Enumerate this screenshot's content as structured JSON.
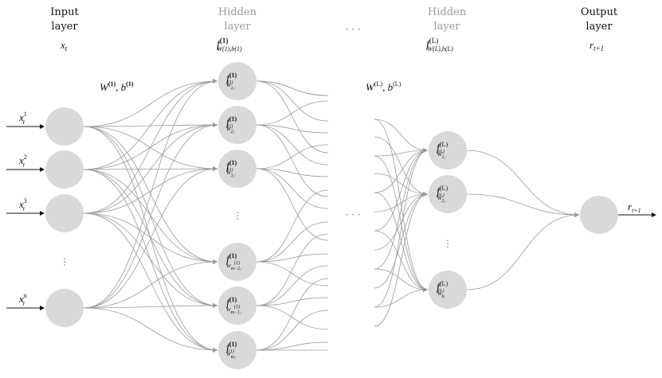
{
  "columns": {
    "input": {
      "title_line1": "Input",
      "title_line2": "layer",
      "var": "x",
      "var_sub": "t"
    },
    "hidden1": {
      "title_line1": "Hidden",
      "title_line2": "layer",
      "func": "f",
      "func_sup": "(1)",
      "func_sub": "W(1),b(1)"
    },
    "ellipsis": {
      "text": "· · ·"
    },
    "hiddenL": {
      "title_line1": "Hidden",
      "title_line2": "layer",
      "func": "f",
      "func_sup": "(L)",
      "func_sub": "W(L),b(L)"
    },
    "output": {
      "title_line1": "Output",
      "title_line2": "layer",
      "var": "r",
      "var_sub": "t+1"
    }
  },
  "weights": {
    "first": {
      "text": "W",
      "sup": "(1)",
      "tail": ", b",
      "tail_sup": "(1)"
    },
    "last": {
      "text": "W",
      "sup": "(L)",
      "tail": ", b",
      "tail_sup": "(L)"
    }
  },
  "inputs": [
    {
      "base": "x",
      "sup": "1",
      "sub": "t"
    },
    {
      "base": "x",
      "sup": "2",
      "sub": "t"
    },
    {
      "base": "x",
      "sup": "3",
      "sub": "t"
    },
    {
      "base": "x",
      "sup": "n",
      "sub": "t"
    }
  ],
  "hidden1_nodes": [
    {
      "sup": "(1)",
      "sub": "w",
      "subsub": "1,·",
      "subsup": "(1)"
    },
    {
      "sup": "(1)",
      "sub": "w",
      "subsub": "2,·",
      "subsup": "(1)"
    },
    {
      "sup": "(1)",
      "sub": "w",
      "subsub": "3,·",
      "subsup": "(1)"
    },
    {
      "sup": "(1)",
      "sub": "w",
      "subsub": "m−2,·",
      "subsup": "(1)"
    },
    {
      "sup": "(1)",
      "sub": "w",
      "subsub": "m−1,·",
      "subsup": "(1)"
    },
    {
      "sup": "(1)",
      "sub": "w",
      "subsub": "m,·",
      "subsup": "(1)"
    }
  ],
  "hiddenL_nodes": [
    {
      "sup": "(L)",
      "sub": "w",
      "subsub": "1,·",
      "subsup": "(L)"
    },
    {
      "sup": "(L)",
      "sub": "w",
      "subsub": "2,·",
      "subsup": "(L)"
    },
    {
      "sup": "(L)",
      "sub": "w",
      "subsub": "k,·",
      "subsup": "(L)"
    }
  ],
  "output_label": {
    "base": "r",
    "sub": "t+1"
  },
  "vdots": "⋮",
  "mid_ellipsis": "· · ·"
}
